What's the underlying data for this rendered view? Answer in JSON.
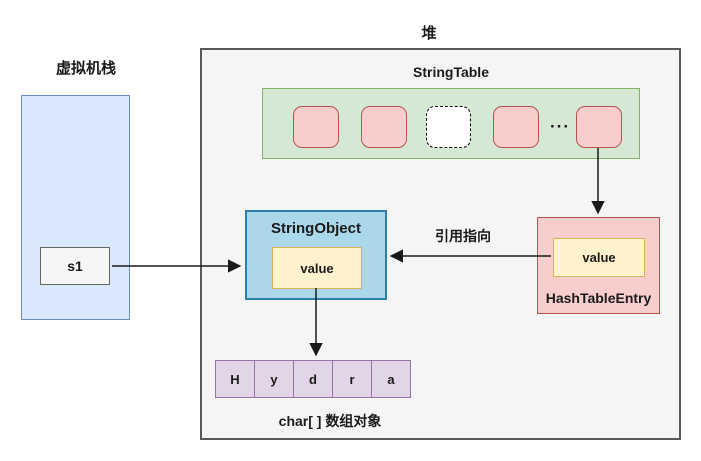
{
  "diagram": {
    "heap_label": "堆",
    "vm_stack": {
      "label": "虚拟机栈",
      "s1_label": "s1"
    },
    "string_table": {
      "title": "StringTable",
      "ellipsis": "···",
      "buckets": [
        "filled",
        "filled",
        "empty-dashed",
        "filled",
        "filled"
      ]
    },
    "string_object": {
      "title": "StringObject",
      "value_label": "value"
    },
    "hash_table_entry": {
      "title": "HashTableEntry",
      "value_label": "value"
    },
    "reference_label": "引用指向",
    "char_array": {
      "cells": [
        "H",
        "y",
        "d",
        "r",
        "a"
      ],
      "caption": "char[ ] 数组对象"
    }
  },
  "colors": {
    "heap_fill": "#f5f5f5",
    "heap_border": "#595959",
    "stack_fill": "#dae8fc",
    "stack_border": "#6c8ebf",
    "table_fill": "#d5e8d4",
    "table_border": "#82b366",
    "bucket_fill": "#f8cecc",
    "bucket_border": "#b85450",
    "string_object_fill": "#aad7ea",
    "string_object_border": "#2e7fb0",
    "value_fill": "#fff2cc",
    "value_border": "#d6b656",
    "char_cell_fill": "#e1d5e7",
    "char_cell_border": "#9673a6",
    "arrow": "#1a1a1a"
  }
}
